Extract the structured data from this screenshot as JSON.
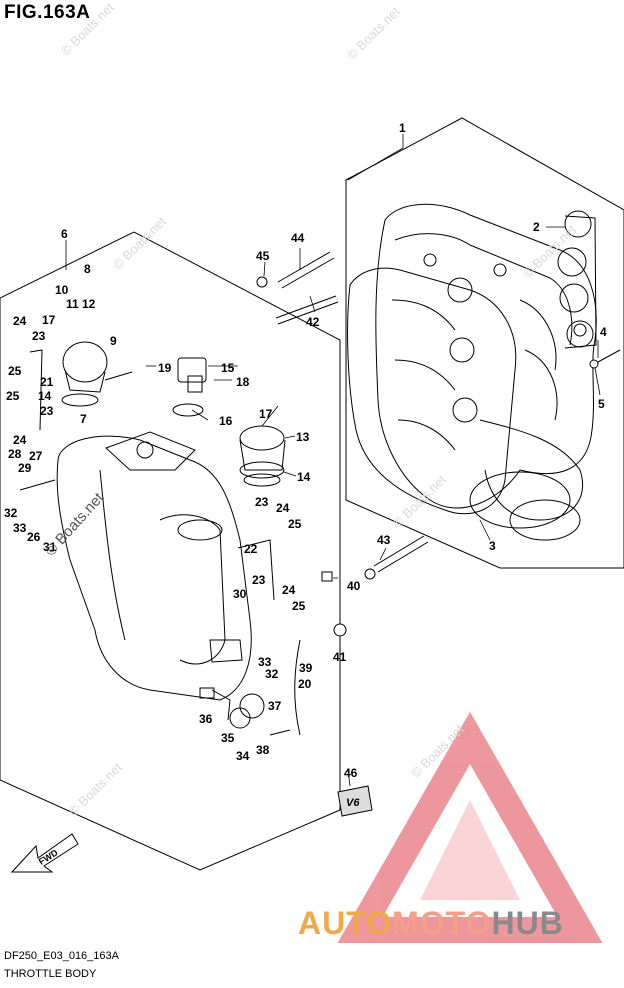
{
  "figure": {
    "title": "FIG.163A",
    "drawing_code": "DF250_E03_016_163A",
    "caption": "THROTTLE BODY",
    "fwd_label": "FWD",
    "badge_text": "V6"
  },
  "watermarks": {
    "text": "© Boats.net",
    "brand_part1": "AUTO",
    "brand_part2": "MOTO",
    "brand_part3": "HUB"
  },
  "callouts": [
    {
      "id": "1",
      "label": "1"
    },
    {
      "id": "2",
      "label": "2"
    },
    {
      "id": "3",
      "label": "3"
    },
    {
      "id": "4",
      "label": "4"
    },
    {
      "id": "5",
      "label": "5"
    },
    {
      "id": "6",
      "label": "6"
    },
    {
      "id": "7",
      "label": "7"
    },
    {
      "id": "8",
      "label": "8"
    },
    {
      "id": "9",
      "label": "9"
    },
    {
      "id": "10",
      "label": "10"
    },
    {
      "id": "11",
      "label": "11"
    },
    {
      "id": "12",
      "label": "12"
    },
    {
      "id": "13",
      "label": "13"
    },
    {
      "id": "14a",
      "label": "14"
    },
    {
      "id": "14b",
      "label": "14"
    },
    {
      "id": "15",
      "label": "15"
    },
    {
      "id": "16",
      "label": "16"
    },
    {
      "id": "17a",
      "label": "17"
    },
    {
      "id": "17b",
      "label": "17"
    },
    {
      "id": "18",
      "label": "18"
    },
    {
      "id": "19",
      "label": "19"
    },
    {
      "id": "20",
      "label": "20"
    },
    {
      "id": "21",
      "label": "21"
    },
    {
      "id": "22",
      "label": "22"
    },
    {
      "id": "23a",
      "label": "23"
    },
    {
      "id": "23b",
      "label": "23"
    },
    {
      "id": "23c",
      "label": "23"
    },
    {
      "id": "23d",
      "label": "23"
    },
    {
      "id": "24a",
      "label": "24"
    },
    {
      "id": "24b",
      "label": "24"
    },
    {
      "id": "24c",
      "label": "24"
    },
    {
      "id": "24d",
      "label": "24"
    },
    {
      "id": "25a",
      "label": "25"
    },
    {
      "id": "25b",
      "label": "25"
    },
    {
      "id": "25c",
      "label": "25"
    },
    {
      "id": "25d",
      "label": "25"
    },
    {
      "id": "26",
      "label": "26"
    },
    {
      "id": "27",
      "label": "27"
    },
    {
      "id": "28",
      "label": "28"
    },
    {
      "id": "29",
      "label": "29"
    },
    {
      "id": "30",
      "label": "30"
    },
    {
      "id": "31",
      "label": "31"
    },
    {
      "id": "32a",
      "label": "32"
    },
    {
      "id": "32b",
      "label": "32"
    },
    {
      "id": "33a",
      "label": "33"
    },
    {
      "id": "33b",
      "label": "33"
    },
    {
      "id": "34",
      "label": "34"
    },
    {
      "id": "35",
      "label": "35"
    },
    {
      "id": "36",
      "label": "36"
    },
    {
      "id": "37",
      "label": "37"
    },
    {
      "id": "38",
      "label": "38"
    },
    {
      "id": "39",
      "label": "39"
    },
    {
      "id": "40",
      "label": "40"
    },
    {
      "id": "41",
      "label": "41"
    },
    {
      "id": "42",
      "label": "42"
    },
    {
      "id": "43",
      "label": "43"
    },
    {
      "id": "44",
      "label": "44"
    },
    {
      "id": "45",
      "label": "45"
    },
    {
      "id": "46",
      "label": "46"
    }
  ]
}
